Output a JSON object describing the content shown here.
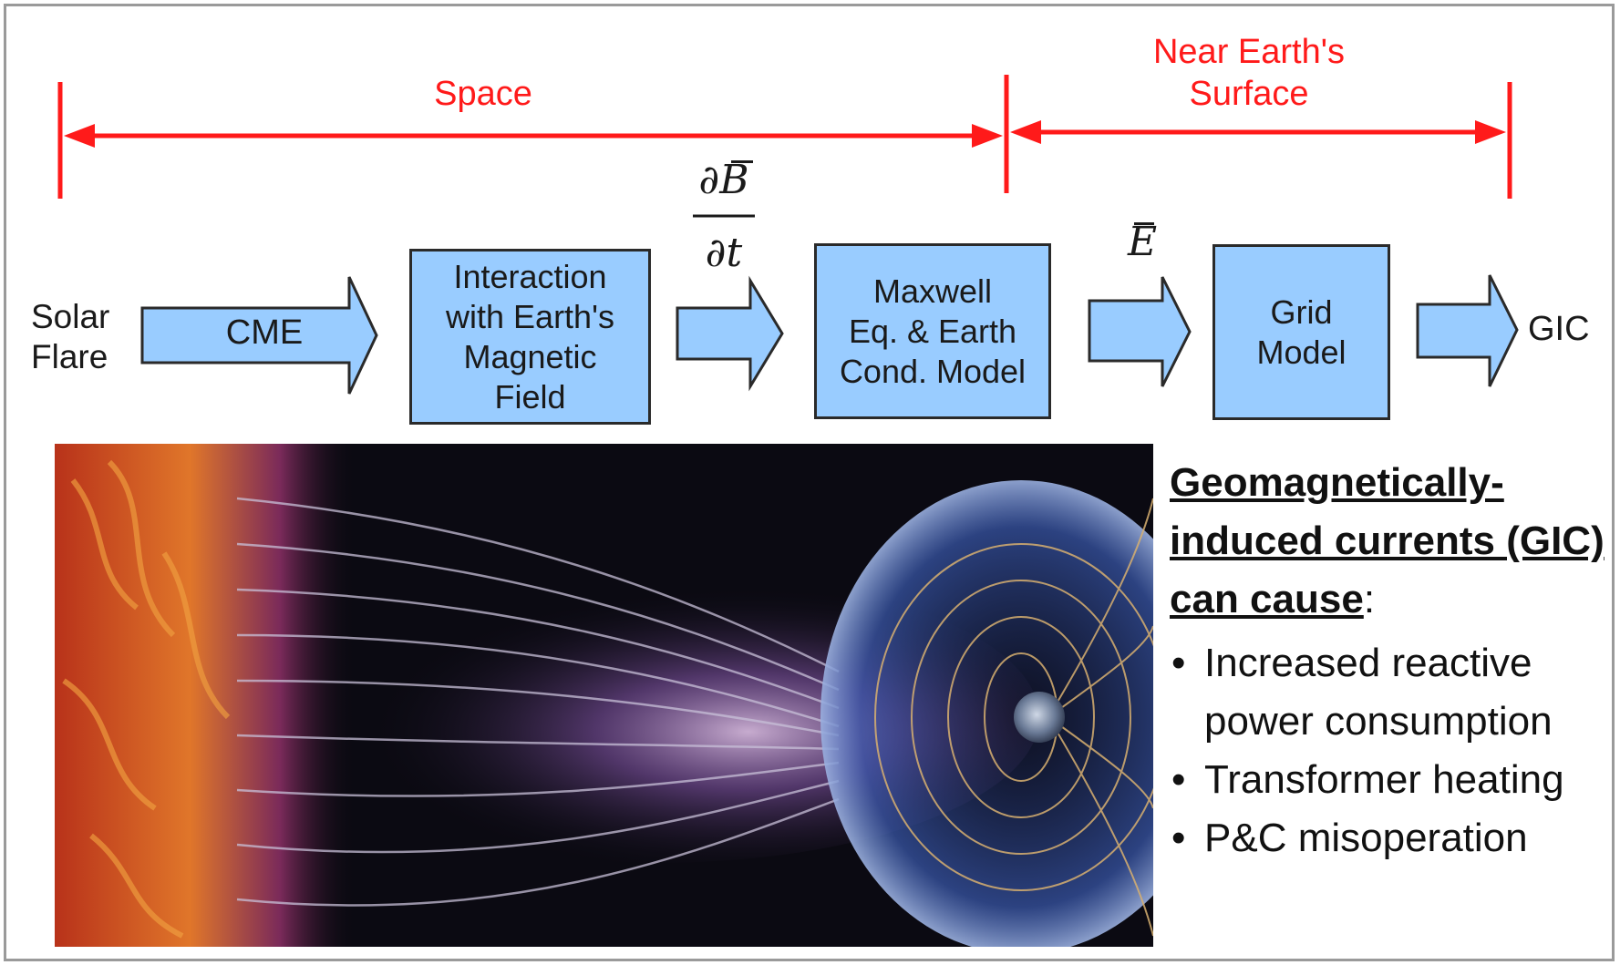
{
  "regions": {
    "space": "Space",
    "near_earth_line1": "Near Earth's",
    "near_earth_line2": "Surface"
  },
  "flow": {
    "input_line1": "Solar",
    "input_line2": "Flare",
    "arrow1_label": "CME",
    "box1": "Interaction\nwith Earth's\nMagnetic\nField",
    "dbdt_numerator": "∂B",
    "dbdt_denominator": "∂t",
    "box2": "Maxwell\nEq. & Earth\nCond. Model",
    "e_field": "E",
    "box3": "Grid\nModel",
    "output": "GIC"
  },
  "gic_panel": {
    "heading_line1": "Geomagnetically-",
    "heading_line2": "induced currents (GIC)",
    "heading_line3": "can cause",
    "heading_colon": ":",
    "bullet_glyph": "•",
    "items": [
      "Increased reactive\npower consumption",
      "Transformer heating",
      "P&C misoperation"
    ]
  },
  "colors": {
    "region_marker": "#ff1a1a",
    "box_fill": "#99ccff",
    "arrow_fill": "#99ccff",
    "outline": "#2a2a2a"
  }
}
